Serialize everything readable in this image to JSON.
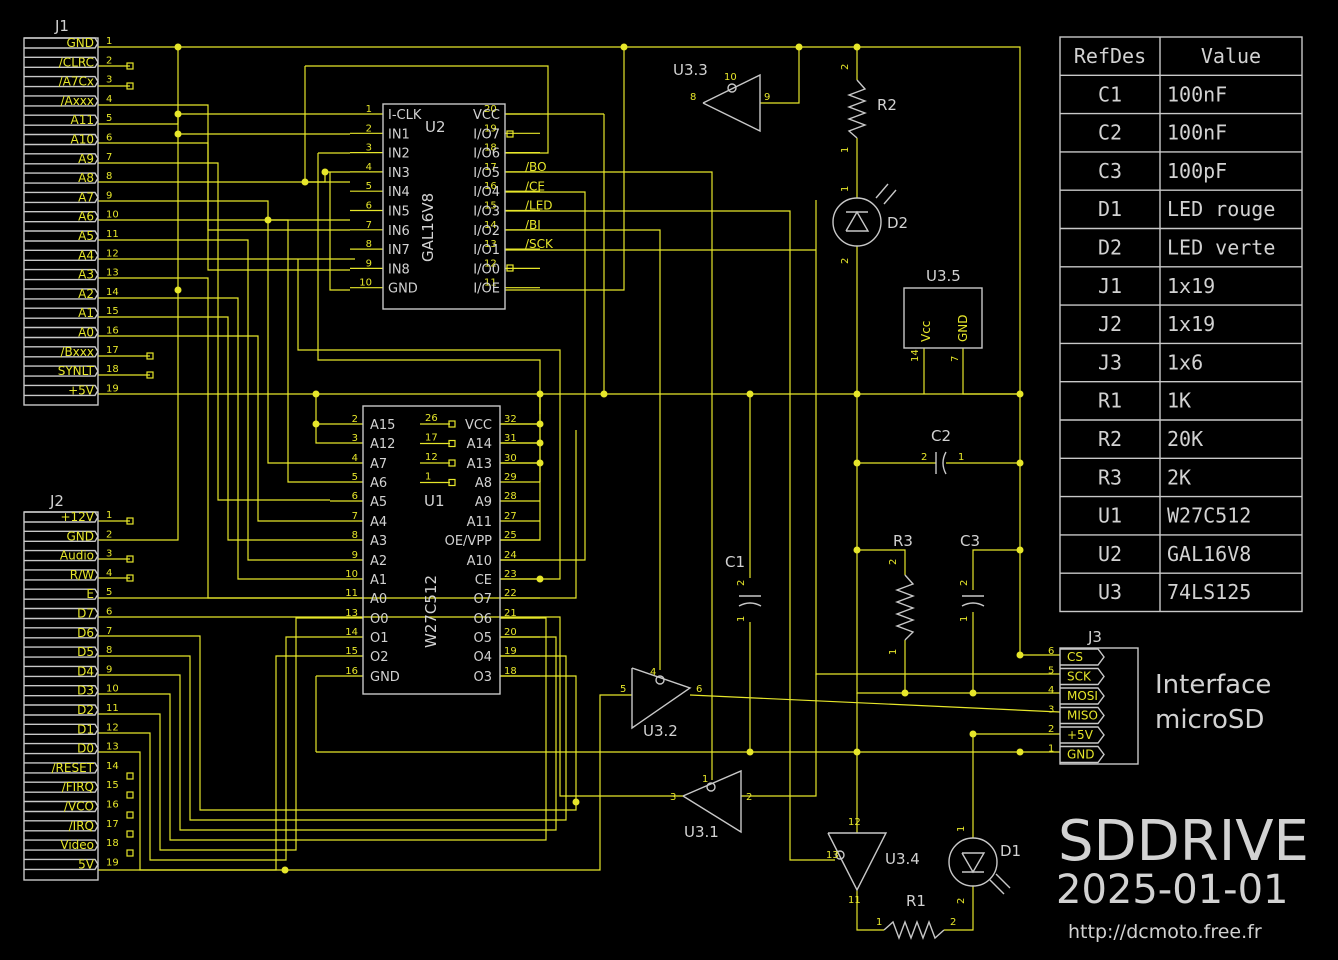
{
  "title": {
    "name": "SDDRIVE",
    "date": "2025-01-01",
    "url": "http://dcmoto.free.fr"
  },
  "interface_label": [
    "Interface",
    "microSD"
  ],
  "bom": {
    "headers": [
      "RefDes",
      "Value"
    ],
    "rows": [
      [
        "C1",
        "100nF"
      ],
      [
        "C2",
        "100nF"
      ],
      [
        "C3",
        "100pF"
      ],
      [
        "D1",
        "LED rouge"
      ],
      [
        "D2",
        "LED verte"
      ],
      [
        "J1",
        "1x19"
      ],
      [
        "J2",
        "1x19"
      ],
      [
        "J3",
        "1x6"
      ],
      [
        "R1",
        "1K"
      ],
      [
        "R2",
        "20K"
      ],
      [
        "R3",
        "2K"
      ],
      [
        "U1",
        "W27C512"
      ],
      [
        "U2",
        "GAL16V8"
      ],
      [
        "U3",
        "74LS125"
      ]
    ]
  },
  "j1": {
    "ref": "J1",
    "pins": [
      "GND",
      "/CLRC",
      "/A7Cx",
      "/Axxx",
      "A11",
      "A10",
      "A9",
      "A8",
      "A7",
      "A6",
      "A5",
      "A4",
      "A3",
      "A2",
      "A1",
      "A0",
      "/Bxxx",
      "SYNLT",
      "+5V"
    ]
  },
  "j2": {
    "ref": "J2",
    "pins": [
      "+12V",
      "GND",
      "Audio",
      "R/W",
      "E",
      "D7",
      "D6",
      "D5",
      "D4",
      "D3",
      "D2",
      "D1",
      "D0",
      "/RESET",
      "/FIRQ",
      "/VCO",
      "/IRQ",
      "Video",
      "5V"
    ]
  },
  "j3": {
    "ref": "J3",
    "pins": [
      "CS",
      "SCK",
      "MOSI",
      "MISO",
      "+5V",
      "GND"
    ],
    "numbers": [
      "6",
      "5",
      "4",
      "3",
      "2",
      "1"
    ]
  },
  "u2": {
    "ref": "U2",
    "part": "GAL16V8",
    "left": [
      [
        "1",
        "I-CLK"
      ],
      [
        "2",
        "IN1"
      ],
      [
        "3",
        "IN2"
      ],
      [
        "4",
        "IN3"
      ],
      [
        "5",
        "IN4"
      ],
      [
        "6",
        "IN5"
      ],
      [
        "7",
        "IN6"
      ],
      [
        "8",
        "IN7"
      ],
      [
        "9",
        "IN8"
      ],
      [
        "10",
        "GND"
      ]
    ],
    "right": [
      [
        "20",
        "VCC"
      ],
      [
        "19",
        "I/O7"
      ],
      [
        "18",
        "I/O6"
      ],
      [
        "17",
        "I/O5"
      ],
      [
        "16",
        "I/O4"
      ],
      [
        "15",
        "I/O3"
      ],
      [
        "14",
        "I/O2"
      ],
      [
        "13",
        "I/O1"
      ],
      [
        "12",
        "I/O0"
      ],
      [
        "11",
        "I/OE"
      ]
    ],
    "net_labels": [
      "/BO",
      "/CE",
      "/LED",
      "/BI",
      "/SCK"
    ]
  },
  "u1": {
    "ref": "U1",
    "part": "W27C512",
    "left": [
      [
        "2",
        "A15"
      ],
      [
        "3",
        "A12"
      ],
      [
        "4",
        "A7"
      ],
      [
        "5",
        "A6"
      ],
      [
        "6",
        "A5"
      ],
      [
        "7",
        "A4"
      ],
      [
        "8",
        "A3"
      ],
      [
        "9",
        "A2"
      ],
      [
        "10",
        "A1"
      ],
      [
        "11",
        "A0"
      ],
      [
        "13",
        "O0"
      ],
      [
        "14",
        "O1"
      ],
      [
        "15",
        "O2"
      ],
      [
        "16",
        "GND"
      ]
    ],
    "right": [
      [
        "32",
        "VCC"
      ],
      [
        "31",
        "A14"
      ],
      [
        "30",
        "A13"
      ],
      [
        "29",
        "A8"
      ],
      [
        "28",
        "A9"
      ],
      [
        "27",
        "A11"
      ],
      [
        "25",
        "OE/VPP"
      ],
      [
        "24",
        "A10"
      ],
      [
        "23",
        "CE"
      ],
      [
        "22",
        "O7"
      ],
      [
        "21",
        "O6"
      ],
      [
        "20",
        "O5"
      ],
      [
        "19",
        "O4"
      ],
      [
        "18",
        "O3"
      ]
    ],
    "inner_pins": [
      "26",
      "17",
      "12",
      "1"
    ]
  },
  "u35": {
    "ref": "U3.5",
    "pins": [
      "Vcc",
      "GND"
    ],
    "numbers": [
      "14",
      "7"
    ]
  },
  "buffers": [
    {
      "ref": "U3.3",
      "in": "8",
      "out": "9",
      "en": "10"
    },
    {
      "ref": "U3.2",
      "in": "5",
      "out": "6",
      "en": "4"
    },
    {
      "ref": "U3.1",
      "in": "3",
      "out": "2",
      "en": "1"
    },
    {
      "ref": "U3.4",
      "in": "12",
      "out": "11",
      "en": "13"
    }
  ],
  "passives": {
    "R1": {
      "ref": "R1",
      "p1": "1",
      "p2": "2"
    },
    "R2": {
      "ref": "R2",
      "p1": "2",
      "p2": "1"
    },
    "R3": {
      "ref": "R3",
      "p1": "2",
      "p2": "1"
    },
    "C1": {
      "ref": "C1",
      "p1": "2",
      "p2": "1"
    },
    "C2": {
      "ref": "C2",
      "p1": "2",
      "p2": "1"
    },
    "C3": {
      "ref": "C3",
      "p1": "2",
      "p2": "1"
    },
    "D1": {
      "ref": "D1",
      "p1": "1",
      "p2": "2"
    },
    "D2": {
      "ref": "D2",
      "p1": "1",
      "p2": "2"
    }
  },
  "colors": {
    "background": "#000000",
    "wire": "#e6e62a",
    "component": "#c8c8c8",
    "text": "#d2d2d2"
  }
}
